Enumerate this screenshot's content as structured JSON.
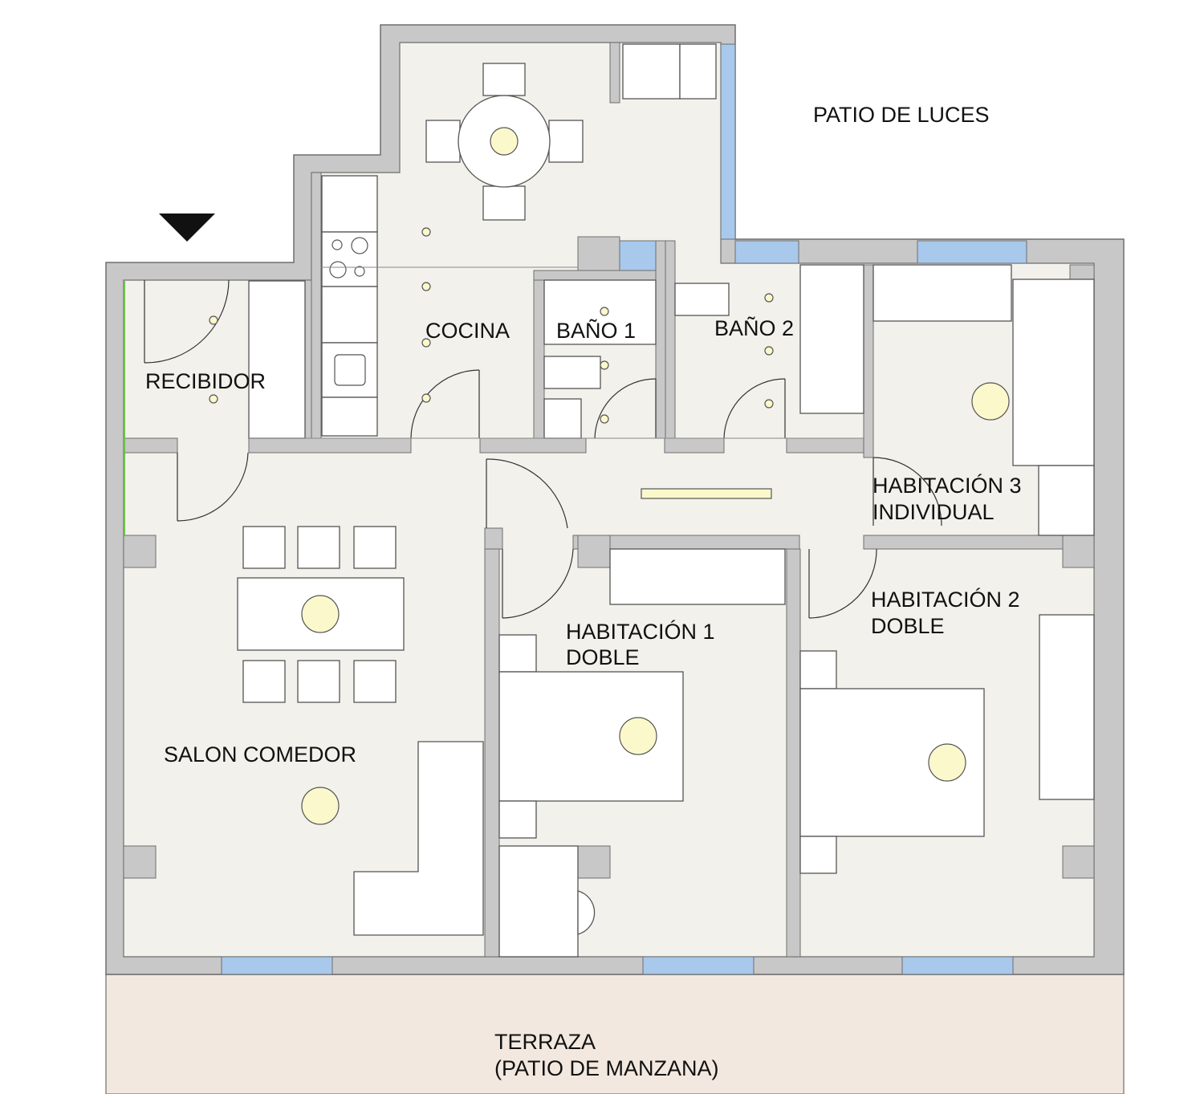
{
  "colors": {
    "floor": "#f2f1ec",
    "wall": "#c8c8c8",
    "wall_outline": "#6e6e6e",
    "window": "#a8c8ec",
    "terrace": "#f3e8df",
    "light": "#fbf8cc",
    "furniture": "#ffffff",
    "door_accent": "#6cc24a"
  },
  "labels": {
    "patio_luces": "PATIO DE LUCES",
    "recibidor": "RECIBIDOR",
    "cocina": "COCINA",
    "bano1": "BAÑO 1",
    "bano2": "BAÑO 2",
    "hab3_line1": "HABITACIÓN 3",
    "hab3_line2": "INDIVIDUAL",
    "hab2_line1": "HABITACIÓN 2",
    "hab2_line2": "DOBLE",
    "hab1_line1": "HABITACIÓN 1",
    "hab1_line2": "DOBLE",
    "salon": "SALON COMEDOR",
    "terraza_line1": "TERRAZA",
    "terraza_line2": "(PATIO DE MANZANA)"
  },
  "icons": {
    "entrance": "entrance-arrow-icon",
    "light": "ceiling-light-icon"
  }
}
